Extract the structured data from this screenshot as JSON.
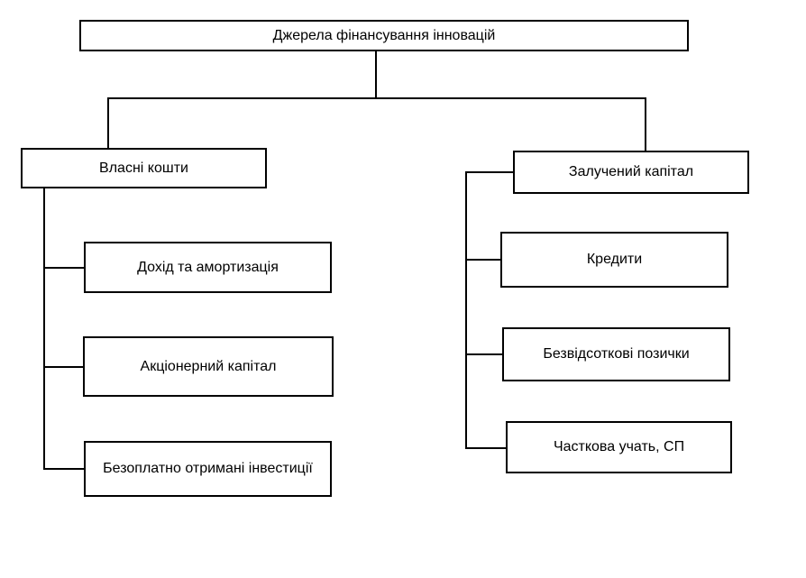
{
  "diagram": {
    "title": "Джерела фінансування інновацій",
    "branches": [
      {
        "label": "Власні кошти",
        "children": [
          "Дохід та амортизація",
          "Акціонерний капітал",
          "Безоплатно отримані інвестиції"
        ]
      },
      {
        "label": "Залучений капітал",
        "children": [
          "Кредити",
          "Безвідсоткові позички",
          "Часткова учать, СП"
        ]
      }
    ],
    "colors": {
      "background": "#ffffff",
      "box_border": "#000000",
      "line": "#000000",
      "text": "#000000"
    }
  }
}
